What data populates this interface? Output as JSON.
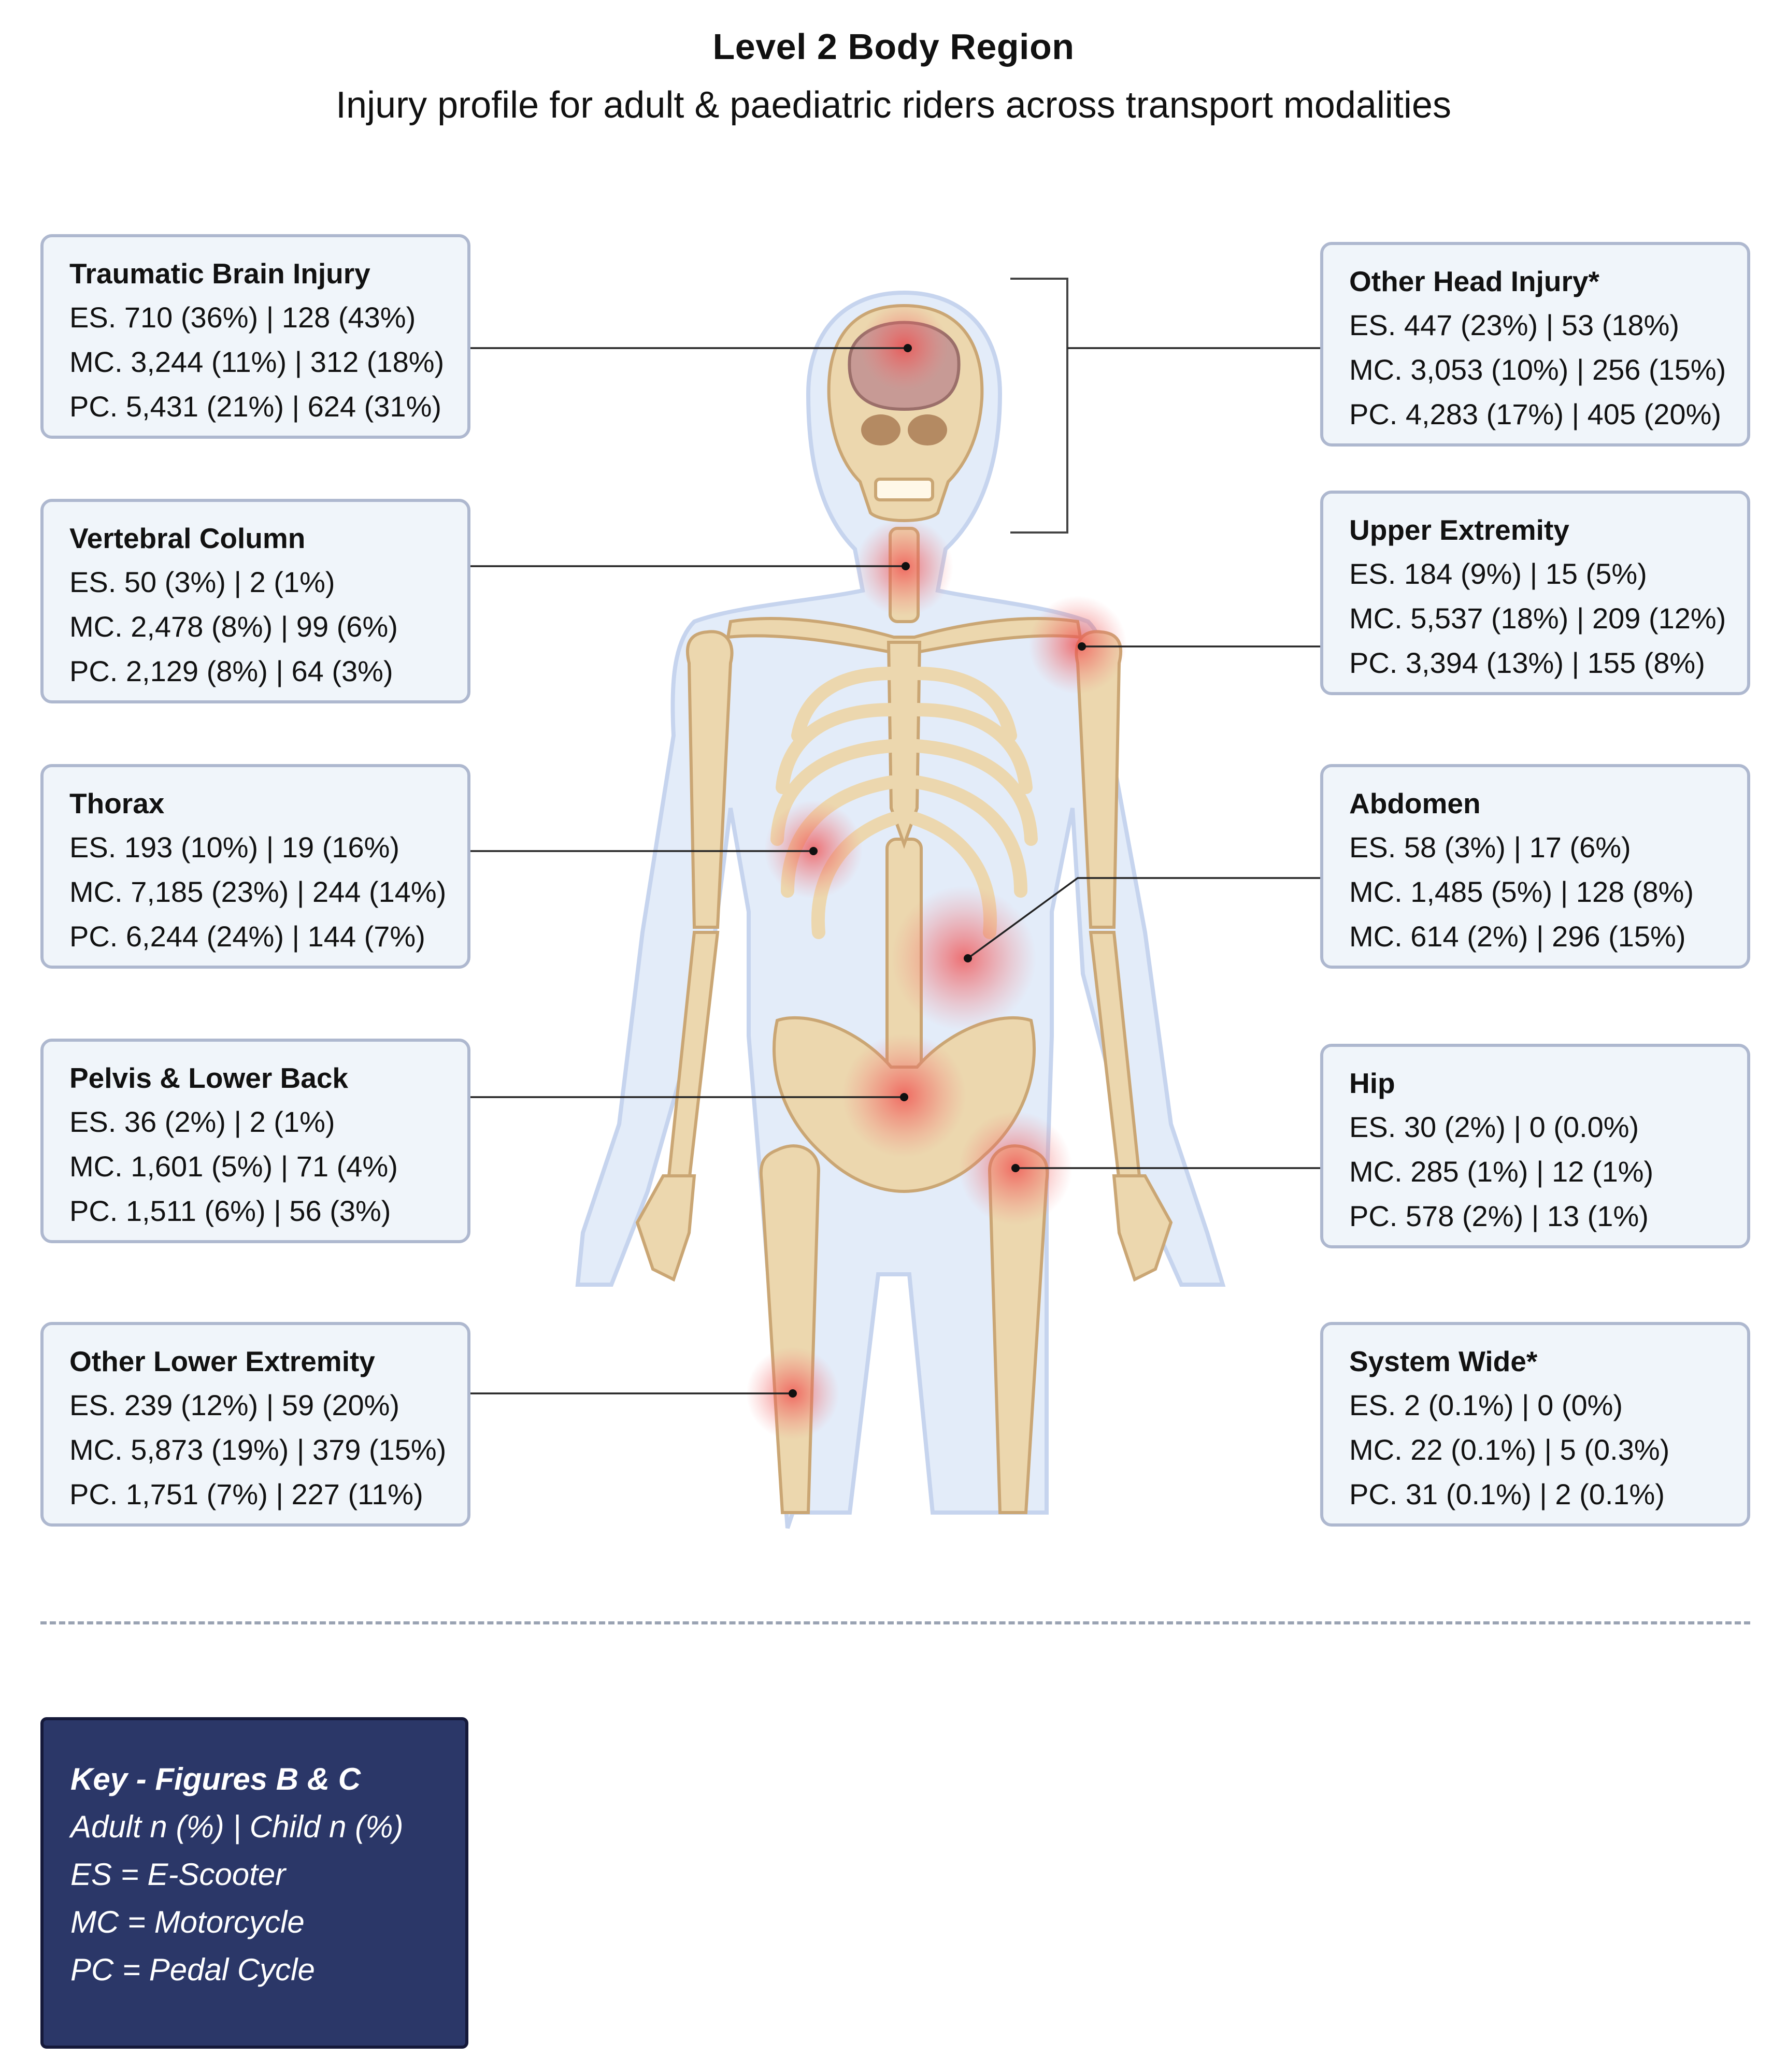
{
  "header": {
    "title": "Level 2 Body Region",
    "subtitle": "Injury profile for adult & paediatric riders across transport modalities"
  },
  "regions": [
    {
      "title": "Traumatic Brain Injury",
      "rows": [
        "ES. 710 (36%) | 128 (43%)",
        "MC. 3,244 (11%) | 312 (18%)",
        "PC. 5,431 (21%) | 624 (31%)"
      ]
    },
    {
      "title": "Vertebral Column",
      "rows": [
        "ES. 50 (3%) | 2 (1%)",
        "MC. 2,478 (8%) | 99 (6%)",
        "PC. 2,129 (8%) | 64 (3%)"
      ]
    },
    {
      "title": "Thorax",
      "rows": [
        "ES. 193 (10%) | 19 (16%)",
        "MC. 7,185 (23%) | 244 (14%)",
        "PC. 6,244 (24%) | 144 (7%)"
      ]
    },
    {
      "title": "Pelvis & Lower Back",
      "rows": [
        "ES. 36 (2%) | 2 (1%)",
        "MC. 1,601 (5%) | 71 (4%)",
        "PC. 1,511 (6%) | 56 (3%)"
      ]
    },
    {
      "title": "Other Lower Extremity",
      "rows": [
        "ES. 239 (12%) | 59 (20%)",
        "MC. 5,873 (19%) | 379 (15%)",
        "PC. 1,751 (7%) | 227 (11%)"
      ]
    },
    {
      "title": "Other Head Injury*",
      "rows": [
        "ES. 447 (23%) | 53 (18%)",
        "MC. 3,053 (10%) | 256 (15%)",
        "PC. 4,283 (17%) | 405 (20%)"
      ]
    },
    {
      "title": "Upper Extremity",
      "rows": [
        "ES. 184 (9%) | 15 (5%)",
        "MC. 5,537 (18%) | 209 (12%)",
        "PC. 3,394 (13%) | 155 (8%)"
      ]
    },
    {
      "title": "Abdomen",
      "rows": [
        "ES. 58 (3%) | 17 (6%)",
        "MC. 1,485 (5%) | 128 (8%)",
        "MC. 614 (2%) | 296 (15%)"
      ]
    },
    {
      "title": "Hip",
      "rows": [
        "ES. 30 (2%) | 0 (0.0%)",
        "MC. 285 (1%) | 12 (1%)",
        "PC. 578 (2%) | 13 (1%)"
      ]
    },
    {
      "title": "System Wide*",
      "rows": [
        "ES. 2 (0.1%) | 0 (0%)",
        "MC. 22 (0.1%) | 5 (0.3%)",
        "PC. 31 (0.1%) | 2 (0.1%)"
      ]
    }
  ],
  "key": {
    "title": "Key - Figures B & C",
    "lines": [
      "Adult n (%) | Child n (%)",
      "ES = E-Scooter",
      "MC = Motorcycle",
      "PC = Pedal Cycle"
    ]
  },
  "colors": {
    "box_fill": "#f0f5fa",
    "box_border": "#aeb8cf",
    "bone": "#ecd7ae",
    "body_outline": "#dbe6f6",
    "injury_glow": "#f04848",
    "key_fill": "#2b3768"
  }
}
